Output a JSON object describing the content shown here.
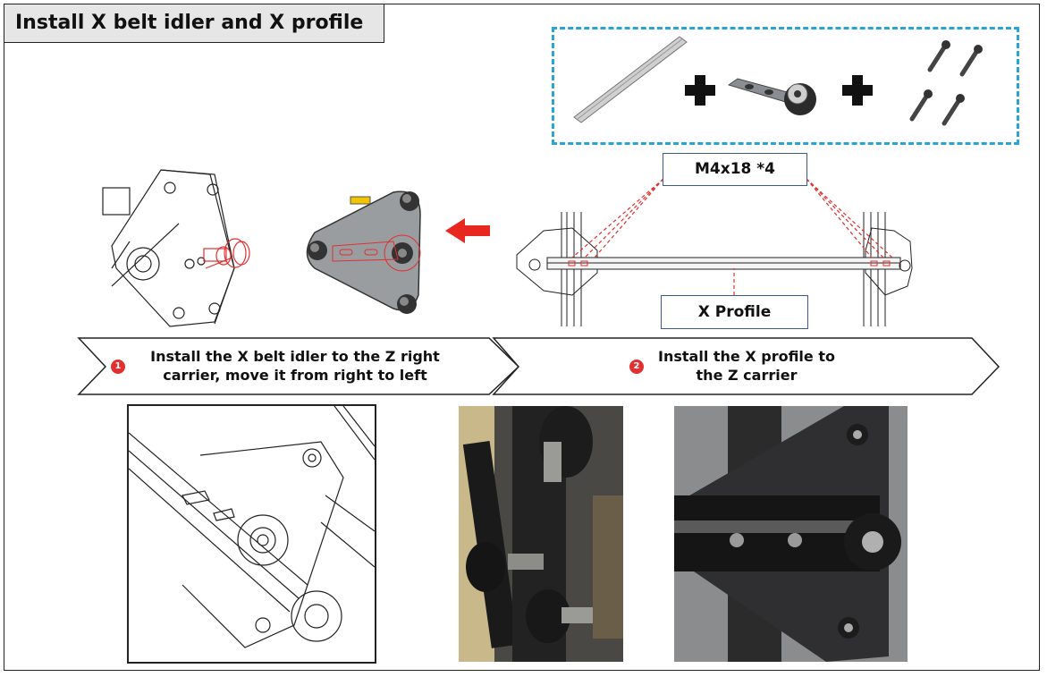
{
  "title": "Install X belt idler and X profile",
  "labels": {
    "screws": "M4x18  *4",
    "profile": "X Profile"
  },
  "steps": [
    {
      "number": "1",
      "text_line1": "Install the X belt idler to the Z right",
      "text_line2": "carrier, move it from right to left"
    },
    {
      "number": "2",
      "text_line1": "Install the X profile to",
      "text_line2": "the Z carrier"
    }
  ],
  "colors": {
    "accent_red": "#e03030",
    "dashed_blue": "#2aa3d6",
    "label_border": "#3c5a8a"
  }
}
